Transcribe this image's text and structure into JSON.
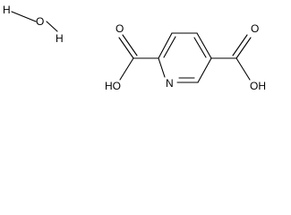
{
  "structure": {
    "water": {
      "h1": "H",
      "o": "O",
      "h2": "H"
    },
    "pyridine_nitrogen": "N",
    "left_carboxyl": {
      "carbonyl_o": "O",
      "hydroxyl": "HO"
    },
    "right_carboxyl": {
      "carbonyl_o": "O",
      "hydroxyl": "OH"
    }
  },
  "colors": {
    "bond": "#000000",
    "label": "#000000",
    "background": "#ffffff"
  }
}
